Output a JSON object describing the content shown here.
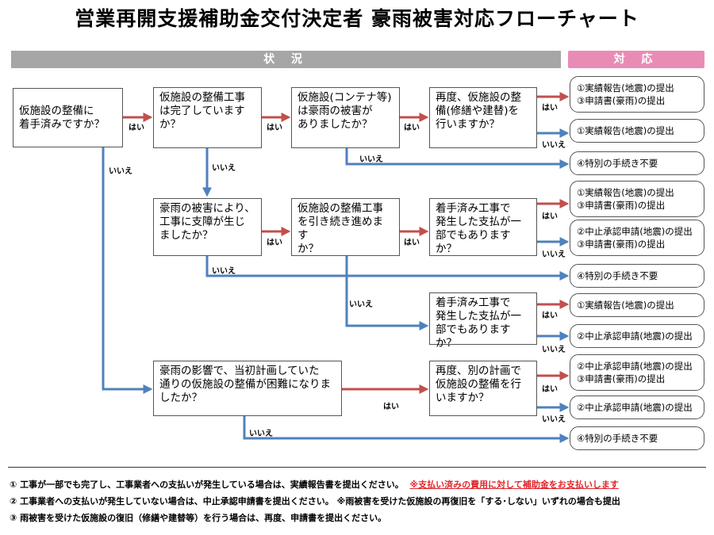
{
  "title": "営業再開支援補助金交付決定者 豪雨被害対応フローチャート",
  "header": {
    "status_label": "状 況",
    "response_label": "対 応"
  },
  "questions": {
    "q1": [
      "仮施設の整備に",
      "着手済みですか？"
    ],
    "q2": [
      "仮施設の整備工事",
      "は完了しています",
      "か？"
    ],
    "q3": [
      "仮施設(コンテナ等)",
      "は豪雨の被害が",
      "ありましたか？"
    ],
    "q4": [
      "再度、仮施設の整",
      "備(修繕や建替)を",
      "行いますか？"
    ],
    "q5": [
      "豪雨の被害により、",
      "工事に支障が生じ",
      "ましたか？"
    ],
    "q6": [
      "仮施設の整備工事",
      "を引き続き進めます",
      "か？"
    ],
    "q7": [
      "着手済み工事で",
      "発生した支払が一",
      "部でもありますか？"
    ],
    "q8": [
      "着手済み工事で",
      "発生した支払が一",
      "部でもありますか？"
    ],
    "q9": [
      "豪雨の影響で、当初計画していた",
      "通りの仮施設の整備が困難になりま",
      "したか？"
    ],
    "q10": [
      "再度、別の計画で",
      "仮施設の整備を行",
      "いますか？"
    ]
  },
  "outcomes": {
    "o1": [
      "①実績報告(地震)の提出",
      "③申請書(豪雨)の提出"
    ],
    "o2": [
      "①実績報告(地震)の提出"
    ],
    "o3": [
      "④特別の手続き不要"
    ],
    "o4": [
      "①実績報告(地震)の提出",
      "③申請書(豪雨)の提出"
    ],
    "o5": [
      "②中止承認申請(地震)の提出",
      "③申請書(豪雨)の提出"
    ],
    "o6": [
      "④特別の手続き不要"
    ],
    "o7": [
      "①実績報告(地震)の提出"
    ],
    "o8": [
      "②中止承認申請(地震)の提出"
    ],
    "o9": [
      "②中止承認申請(地震)の提出",
      "③申請書(豪雨)の提出"
    ],
    "o10": [
      "②中止承認申請(地震)の提出"
    ],
    "o11": [
      "④特別の手続き不要"
    ]
  },
  "labels": {
    "yes": "はい",
    "no": "いいえ"
  },
  "colors": {
    "yes_arrow": "#c0504d",
    "no_arrow": "#4f81bd",
    "note_red": "#e0262c"
  },
  "notes": [
    {
      "text": "① 工事が一部でも完了し、工事業者への支払いが発生している場合は、実績報告書を提出ください。",
      "red": "※支払い済みの費用に対して補助金をお支払いします"
    },
    {
      "text": "② 工事業者への支払いが発生していない場合は、中止承認申請書を提出ください。 ※雨被害を受けた仮施設の再復旧を「する･しない」いずれの場合も提出"
    },
    {
      "text": "③ 雨被害を受けた仮施設の復旧（修繕や建替等）を行う場合は、再度、申請書を提出ください。"
    }
  ]
}
